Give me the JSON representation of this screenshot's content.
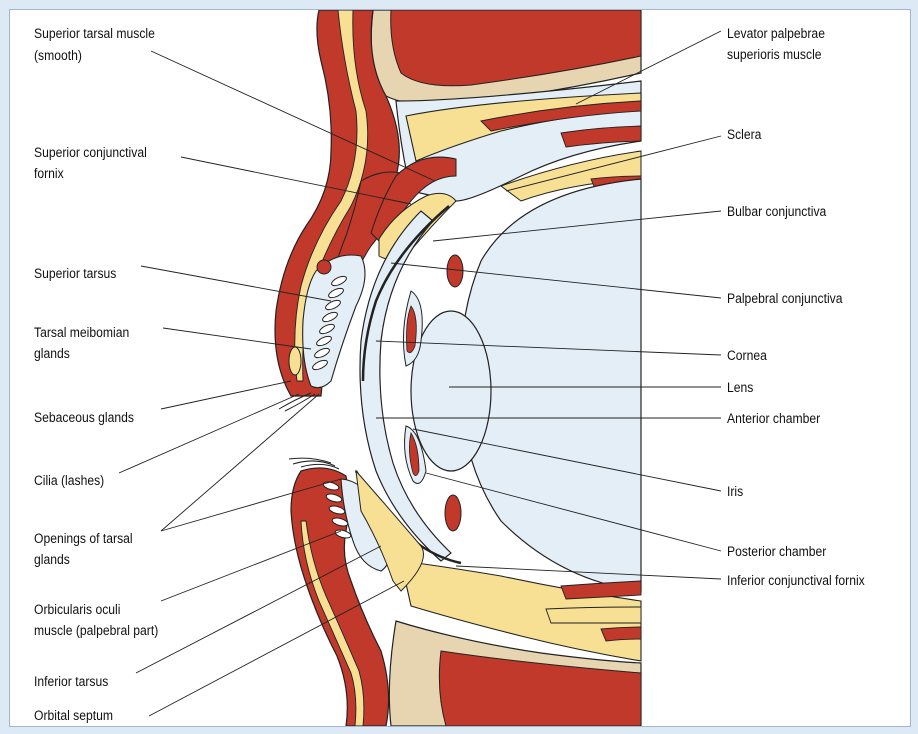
{
  "colors": {
    "background": "#dde9f4",
    "muscle": "#c0392b",
    "muscle_dark": "#a02a20",
    "fat": "#f7df94",
    "fat_light": "#fdf0c0",
    "bone": "#e6d5b0",
    "membrane": "#e4eef7",
    "outline": "#222222"
  },
  "labels_left": {
    "superior_tarsal_muscle_1": "Superior tarsal muscle",
    "superior_tarsal_muscle_2": "(smooth)",
    "superior_conjunctival_fornix_1": "Superior conjunctival",
    "superior_conjunctival_fornix_2": "fornix",
    "superior_tarsus": "Superior tarsus",
    "tarsal_meibomian_glands_1": "Tarsal meibomian",
    "tarsal_meibomian_glands_2": "glands",
    "sebaceous_glands": "Sebaceous glands",
    "cilia": "Cilia (lashes)",
    "openings_tarsal_glands_1": "Openings of tarsal",
    "openings_tarsal_glands_2": "glands",
    "orbicularis_oculi_1": "Orbicularis oculi",
    "orbicularis_oculi_2": "muscle (palpebral part)",
    "inferior_tarsus": "Inferior tarsus",
    "orbital_septum": "Orbital septum"
  },
  "labels_right": {
    "levator_1": "Levator palpebrae",
    "levator_2": "superioris muscle",
    "sclera": "Sclera",
    "bulbar_conjunctiva": "Bulbar conjunctiva",
    "palpebral_conjunctiva": "Palpebral conjunctiva",
    "cornea": "Cornea",
    "lens": "Lens",
    "anterior_chamber": "Anterior chamber",
    "iris": "Iris",
    "posterior_chamber": "Posterior chamber",
    "inferior_conjunctival_fornix": "Inferior conjunctival fornix"
  }
}
